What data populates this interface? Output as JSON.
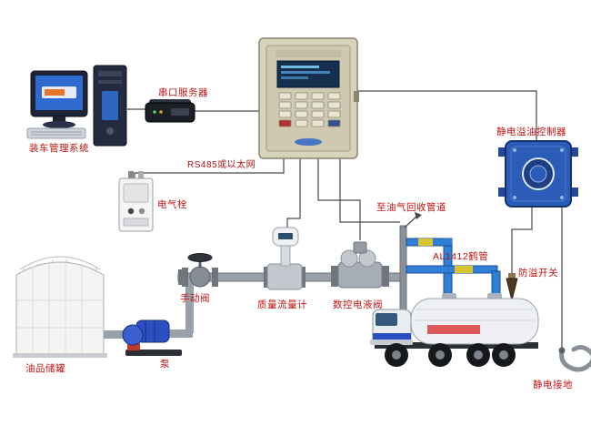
{
  "labels": {
    "loading_system": "装车管理系统",
    "serial_server": "串口服务器",
    "controller_network": "RS485或以太网",
    "static_overflow_controller": "静电溢油控制器",
    "electric_bolt": "电气栓",
    "vapor_recovery": "至油气回收管道",
    "loading_arm": "AL1412鹤管",
    "overflow_switch": "防溢开关",
    "manual_valve": "手动阀",
    "mass_flow_meter": "质量流量计",
    "digital_valve": "数控电液阀",
    "oil_storage_tank": "油品储罐",
    "pump": "泵",
    "static_grounding": "静电接地"
  },
  "colors": {
    "label_red": "#c01010",
    "line": "#4a4a4a",
    "controller_beige": "#d8d3bd",
    "static_box_blue": "#2b5cb8",
    "pipe_blue": "#2f7fd6",
    "pipe_yellow": "#d8c52f",
    "pump_blue": "#2b4fc0",
    "pipe_gray": "#9aa0a8"
  }
}
